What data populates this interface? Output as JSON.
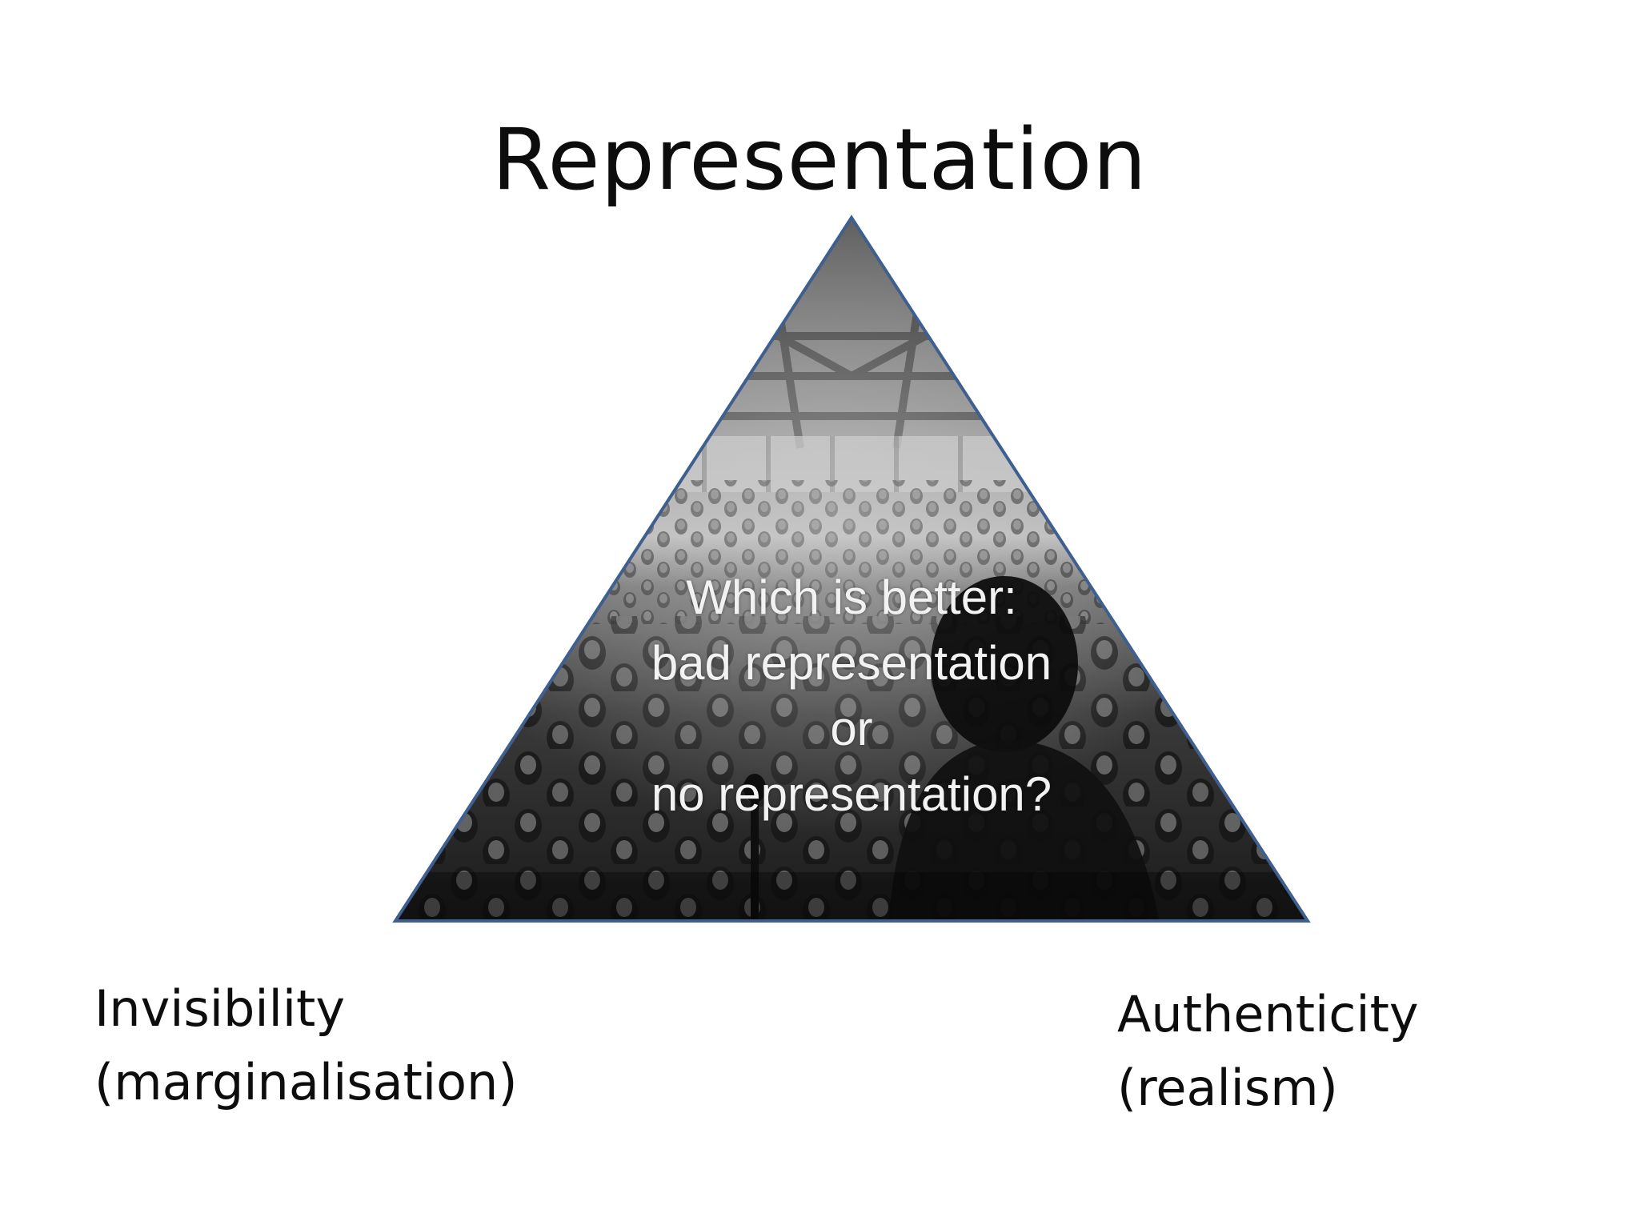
{
  "slide": {
    "title": "Representation",
    "center_question": {
      "line1": "Which is better:",
      "line2": "bad representation",
      "line3": "or",
      "line4": "no representation?"
    },
    "bottom_left": {
      "line1": "Invisibility",
      "line2": "(marginalisation)"
    },
    "bottom_right": {
      "line1": "Authenticity",
      "line2": "(realism)"
    },
    "triangle": {
      "border_color": "#3f5f8f",
      "fill_description_icon": "crowd-photo-image"
    }
  }
}
